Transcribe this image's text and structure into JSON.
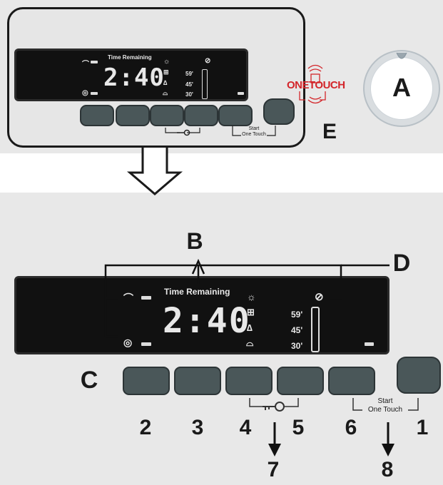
{
  "top": {
    "time_remaining_label": "Time Remaining",
    "time_value": "2:40",
    "option_times": [
      "59'",
      "45'",
      "30'"
    ],
    "start_label_line1": "Start",
    "start_label_line2": "One Touch",
    "onetouch_logo_text": "ONETOUCH",
    "knob_label": "A",
    "callout_e": "E"
  },
  "bottom": {
    "time_remaining_label": "Time Remaining",
    "time_value": "2:40",
    "option_times": [
      "59'",
      "45'",
      "30'"
    ],
    "start_label_line1": "Start",
    "start_label_line2": "One Touch",
    "callout_b": "B",
    "callout_c": "C",
    "callout_d": "D",
    "button_numbers": [
      "2",
      "3",
      "4",
      "5",
      "6",
      "1"
    ],
    "arrow_numbers": [
      "7",
      "8"
    ]
  },
  "icons": [
    "tub-icon",
    "globe-icon",
    "sun-icon",
    "window-icon",
    "hanger-icon",
    "iron-icon",
    "no-iron-icon",
    "key-icon",
    "down-arrow-icon"
  ],
  "colors": {
    "display": "#111111",
    "button": "#4a5759",
    "onetouch_red": "#d3252a",
    "panel": "#e8e8e8"
  }
}
